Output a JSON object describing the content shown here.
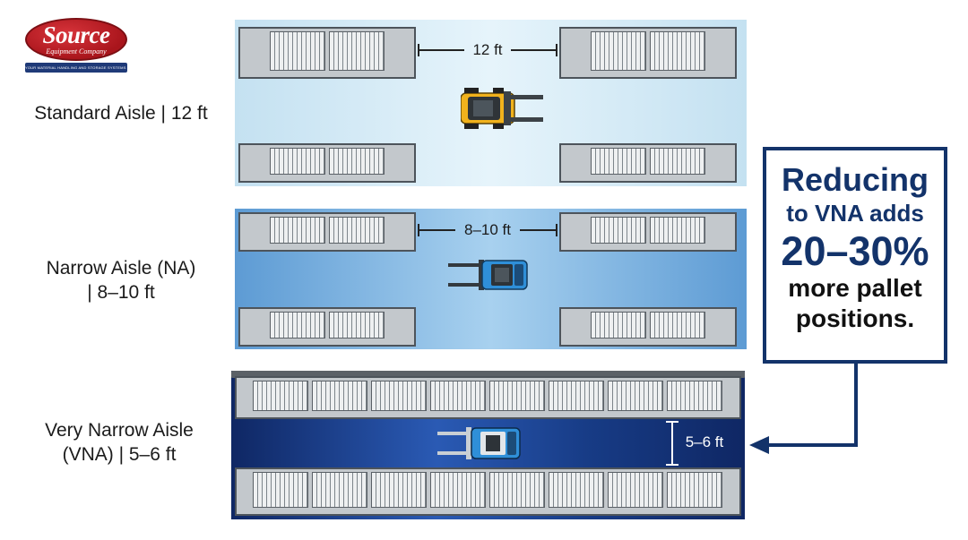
{
  "logo": {
    "name": "Source",
    "subtitle": "Equipment Company",
    "tagline": "YOUR MATERIAL HANDLING AND STORAGE SYSTEMS PARTNER",
    "color": "#a9151c"
  },
  "aisles": [
    {
      "id": "standard",
      "label_lines": [
        "Standard Aisle | 12 ft"
      ],
      "dimension": "12 ft",
      "forklift_color": "#f1b21c"
    },
    {
      "id": "narrow",
      "label_lines": [
        "Narrow Aisle (NA)",
        "| 8–10 ft"
      ],
      "dimension": "8–10 ft",
      "forklift_color": "#2f8fd8"
    },
    {
      "id": "very-narrow",
      "label_lines": [
        "Very Narrow Aisle",
        "(VNA) | 5–6 ft"
      ],
      "dimension": "5–6 ft",
      "forklift_color": "#2f8fd8"
    }
  ],
  "callout": {
    "line1": "Reducing",
    "line2": "to VNA adds",
    "line3": "20–30%",
    "line4": "more pallet",
    "line5": "positions.",
    "border_color": "#13336a"
  }
}
